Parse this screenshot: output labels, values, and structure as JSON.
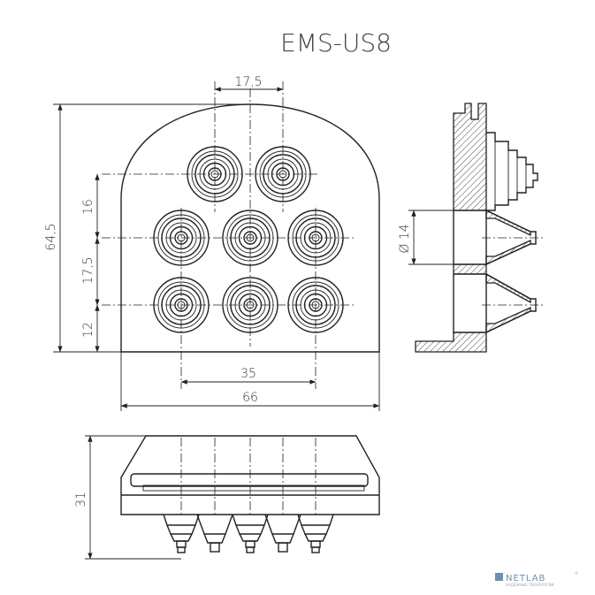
{
  "title": "EMS-US8",
  "dimensions": {
    "top_spacing": "17,5",
    "height_total": "64,5",
    "v_upper": "16",
    "v_middle": "17,5",
    "v_lower": "12",
    "span_inner": "35",
    "width_total": "66",
    "hole_diameter": "14",
    "depth": "31"
  },
  "logo": {
    "text": "NETLAB",
    "mark": "®",
    "subtitle": "НАДЕЖНЫЕ ТЕХНОЛОГИИ"
  }
}
